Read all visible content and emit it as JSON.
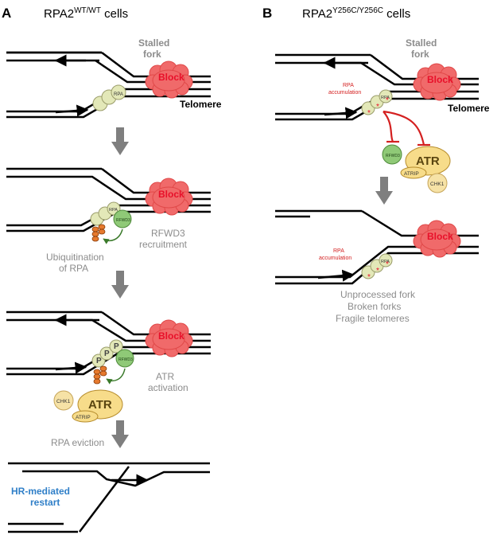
{
  "panel_a": {
    "letter": "A",
    "title_base": "RPA2",
    "title_sup": "WT/WT",
    "title_suffix": " cells",
    "stalled_fork_l1": "Stalled",
    "stalled_fork_l2": "fork",
    "block": "Block",
    "telomere": "Telomere",
    "rpa": "RPA",
    "rfwd3": "RFWD3",
    "rfwd3_recruit_l1": "RFWD3",
    "rfwd3_recruit_l2": "recruitment",
    "ubiq_l1": "Ubiquitination",
    "ubiq_l2": "of RPA",
    "phospho": "P",
    "atr_act_l1": "ATR",
    "atr_act_l2": "activation",
    "chk1": "CHK1",
    "atr": "ATR",
    "atrip": "ATRIP",
    "rpa_eviction": "RPA eviction",
    "hr_l1": "HR-mediated",
    "hr_l2": "restart"
  },
  "panel_b": {
    "letter": "B",
    "title_base": "RPA2",
    "title_sup": "Y256C/Y256C",
    "title_suffix": " cells",
    "stalled_fork_l1": "Stalled",
    "stalled_fork_l2": "fork",
    "block": "Block",
    "telomere": "Telomere",
    "rpa": "RPA",
    "rpa_accum_l1": "RPA",
    "rpa_accum_l2": "accumulation",
    "rfwd3": "RFWD3",
    "atr": "ATR",
    "atrip": "ATRIP",
    "chk1": "CHK1",
    "outcome_l1": "Unprocessed fork",
    "outcome_l2": "Broken forks",
    "outcome_l3": "Fragile telomeres"
  },
  "colors": {
    "block_fill": "#f06a6a",
    "block_text": "#e8102a",
    "rpa_fill": "#e3e8b8",
    "rfwd3_fill": "#8fc977",
    "ub_fill": "#e67a2e",
    "atr_fill": "#f7dc8a",
    "chk1_fill": "#f6e2a6",
    "grey_arrow": "#7f7f7f",
    "grey_text": "#8c8c8c",
    "hr_blue": "#2f7fc8",
    "inhibit_red": "#d42020"
  }
}
